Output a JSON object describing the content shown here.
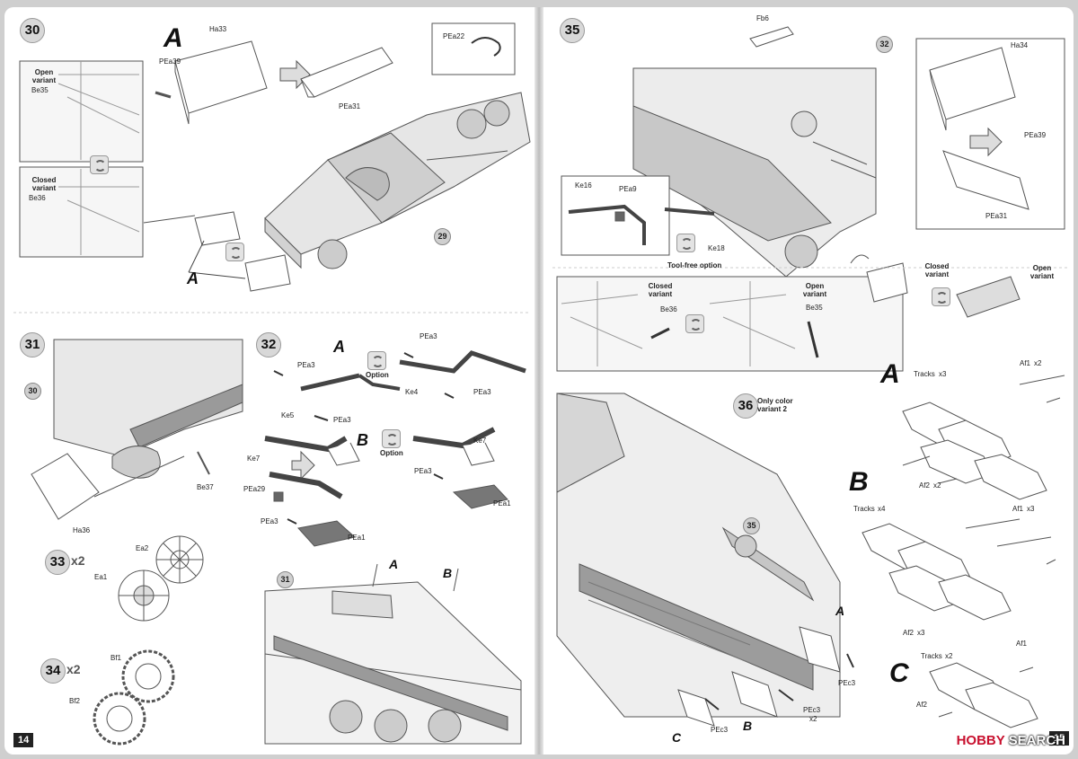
{
  "left_page": {
    "number": "14",
    "steps": {
      "s30": "30",
      "s31": "31",
      "s32": "32",
      "s33": "33",
      "s34": "34",
      "s33_mult": "x2",
      "s34_mult": "x2"
    },
    "variants": {
      "A": "A",
      "B": "B"
    },
    "labels": {
      "ha33": "Ha33",
      "pea39": "PEa39",
      "pea22": "PEa22",
      "pea31": "PEa31",
      "open_variant": "Open variant",
      "be35": "Be35",
      "closed_variant": "Closed variant",
      "be36": "Be36",
      "ref29": "29",
      "ref30": "30",
      "be37": "Be37",
      "ha36": "Ha36",
      "pea3_a1": "PEa3",
      "ke5": "Ke5",
      "pea3_a2": "PEa3",
      "option_a": "Option",
      "pea3_a3": "PEa3",
      "ke4": "Ke4",
      "pea3_a4": "PEa3",
      "ke7_b1": "Ke7",
      "pea29": "PEa29",
      "pea3_b1": "PEa3",
      "pea1_b1": "PEa1",
      "option_b": "Option",
      "ke7_b2": "Ke7",
      "pea3_b2": "PEa3",
      "pea1_b2": "PEa1",
      "ea2": "Ea2",
      "ea1": "Ea1",
      "bf1": "Bf1",
      "bf2": "Bf2",
      "ref31": "31"
    }
  },
  "right_page": {
    "number": "15",
    "steps": {
      "s35": "35",
      "s36": "36"
    },
    "only_color_variant": "Only color variant 2",
    "variants": {
      "A": "A",
      "B": "B",
      "C": "C"
    },
    "labels": {
      "fb6": "Fb6",
      "ref32": "32",
      "ha34": "Ha34",
      "pea39": "PEa39",
      "pea31": "PEa31",
      "ke16": "Ke16",
      "pea9": "PEa9",
      "ke18": "Ke18",
      "tool_free": "Tool-free option",
      "closed_variant_main": "Closed variant",
      "open_variant_main": "Open variant",
      "closed_variant_inset": "Closed variant",
      "be36": "Be36",
      "open_variant_inset": "Open variant",
      "be35": "Be35",
      "ref35": "35",
      "tracks_a": "Tracks",
      "tracks_a_n": "x3",
      "af1_a": "Af1",
      "af1_a_n": "x2",
      "af2_a": "Af2",
      "af2_a_n": "x2",
      "tracks_b": "Tracks",
      "tracks_b_n": "x4",
      "af1_b": "Af1",
      "af1_b_n": "x3",
      "af2_b": "Af2",
      "af2_b_n": "x3",
      "tracks_c": "Tracks",
      "tracks_c_n": "x2",
      "af1_c": "Af1",
      "af2_c": "Af2",
      "pec3_a": "PEc3",
      "pec3_b": "PEc3",
      "pec3_b_n": "x2",
      "pec3_c": "PEc3"
    },
    "watermark": {
      "prefix": "HOBBY",
      "suffix": "SEARCH"
    }
  }
}
